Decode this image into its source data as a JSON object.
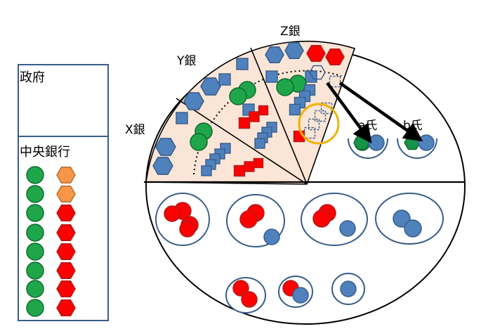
{
  "left_panel": {
    "government_label": "政府",
    "central_bank_label": "中央銀行",
    "central_bank_assets": {
      "green_circles": 8,
      "orange_hexagons": 2,
      "red_hexagons": 6
    }
  },
  "banks": {
    "x_label": "X銀",
    "y_label": "Y銀",
    "z_label": "Z銀"
  },
  "persons": {
    "a_label": "a氏",
    "b_label": "b氏"
  },
  "colors": {
    "blue": "#4f81bd",
    "blue_stroke": "#385d8a",
    "green": "#1fa64a",
    "green_stroke": "#0e6b2c",
    "red": "#ff0000",
    "red_stroke": "#b01c1c",
    "orange": "#f79646",
    "orange_stroke": "#b66d31",
    "sector_fill": "#fbe5d6",
    "frame_stroke": "#385d8a",
    "highlight_ring": "#f4b000"
  },
  "icons": {
    "hexagon": "hexagon-icon",
    "coin": "coin-icon",
    "note": "note-icon"
  }
}
